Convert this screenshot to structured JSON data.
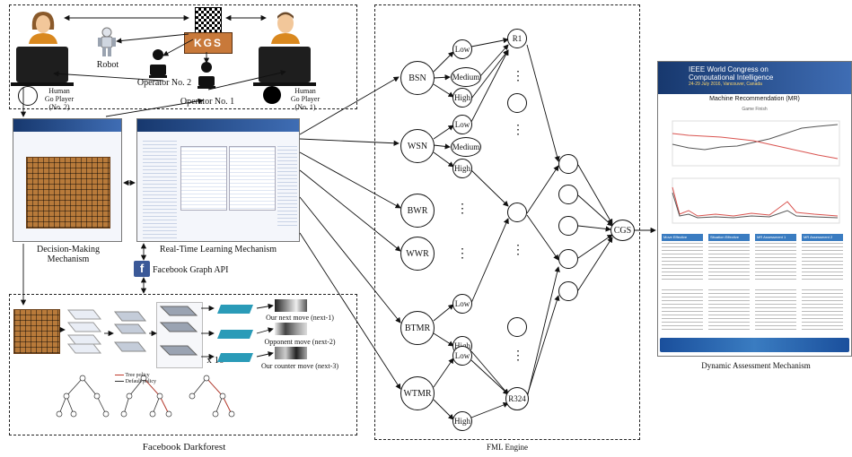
{
  "left": {
    "human_player_2": [
      "Human",
      "Go Player",
      "(No. 2)"
    ],
    "human_player_1": [
      "Human",
      "Go Player",
      "(No. 1)"
    ],
    "robot": "Robot",
    "operator_2": "Operator No. 2",
    "operator_1": "Operator No. 1",
    "kgs": "KGS",
    "decision_making": [
      "Decision-Making",
      "Mechanism"
    ],
    "real_time_learning": "Real-Time Learning Mechanism",
    "graph_api": "Facebook Graph API",
    "darkforest_title": "Facebook Darkforest",
    "x10": "x 10",
    "next_move": "Our next move (next-1)",
    "opponent_move": "Opponent move (next-2)",
    "counter_move": "Our counter move (next-3)",
    "tree_legend_1": "Tree policy",
    "tree_legend_2": "Default policy"
  },
  "fml": {
    "title": "FML Engine",
    "inputs": [
      "BSN",
      "WSN",
      "BWR",
      "WWR",
      "BTMR",
      "WTMR"
    ],
    "levels": [
      "Low",
      "Medium",
      "High"
    ],
    "rule_first": "R1",
    "rule_last": "R324",
    "output": "CGS",
    "ellipsis": "⋮"
  },
  "right": {
    "title": "Dynamic Assessment Mechanism",
    "banner_line1": "IEEE World Congress on",
    "banner_line2": "Computational Intelligence",
    "banner_line3": "24-29 July 2016, Vancouver, Canada",
    "heading": "Machine Recommendation (MR)",
    "subheading": "Game Finish",
    "table_headers": [
      "Move Effective",
      "Situation Effective",
      "MR Assessment 1",
      "MR Assessment 2"
    ]
  },
  "colors": {
    "banner": "#17386e",
    "chart_red": "#d9534f",
    "chart_gray": "#555555",
    "table_head": "#3a7cc1",
    "board": "#b87a3a",
    "fb": "#3b5998"
  }
}
